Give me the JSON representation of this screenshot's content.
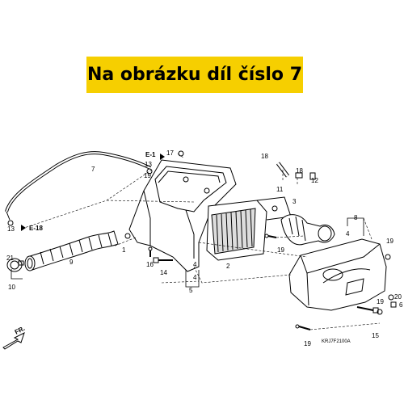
{
  "banner": {
    "text": "Na obrázku díl číslo 7",
    "color": "#f6cf00"
  },
  "diagram_code": "KRJ7F2100A",
  "front_marker": "FR.",
  "refs": {
    "e1": "E-1",
    "e18": "E-18"
  },
  "labels": {
    "n1": "1",
    "n2": "2",
    "n3": "3",
    "n4a": "4",
    "n4b": "4",
    "n5": "5",
    "n6": "6",
    "n7": "7",
    "n8": "8",
    "n9": "9",
    "n10": "10",
    "n11": "11",
    "n12": "12",
    "n13a": "13",
    "n13b": "13",
    "n14": "14",
    "n15": "15",
    "n16": "16",
    "n17": "17",
    "n18a": "18",
    "n18b": "18",
    "n19a": "19",
    "n19b": "19",
    "n19c": "19",
    "n19d": "19",
    "n19e": "19",
    "n20": "20",
    "n21": "21"
  }
}
